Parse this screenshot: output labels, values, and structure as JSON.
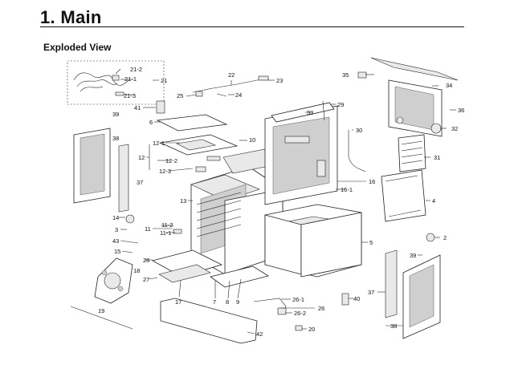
{
  "page": {
    "title": "1. Main",
    "subtitle": "Exploded View"
  },
  "callouts": [
    "21-2",
    "21-1",
    "21",
    "21-3",
    "22",
    "23",
    "25",
    "24",
    "41",
    "39",
    "6",
    "38",
    "37",
    "12-1",
    "12-2",
    "12-3",
    "12",
    "10",
    "13",
    "14",
    "3",
    "43",
    "15",
    "11-2",
    "11-1",
    "11",
    "16",
    "18",
    "28",
    "27",
    "17",
    "7",
    "8",
    "9",
    "19",
    "42",
    "35",
    "34",
    "36",
    "33",
    "29",
    "30",
    "32",
    "31",
    "16-1",
    "4",
    "5",
    "2",
    "39",
    "37",
    "38",
    "40",
    "26-1",
    "26",
    "26-2",
    "20"
  ]
}
